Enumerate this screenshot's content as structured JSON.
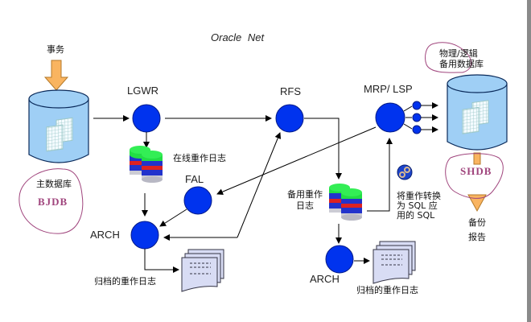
{
  "title": "Oracle   Net",
  "colors": {
    "process_node": "#0033ee",
    "process_stroke": "#001a88",
    "database_fill": "#9fcff5",
    "database_stroke": "#0a2a5a",
    "arrow_fill": "#f9b460",
    "annotation": "#a0457d",
    "redo_green": "#22dd44",
    "redo_red": "#dd2222",
    "redo_blue": "#2233cc",
    "doc_fill": "#d8dcf4"
  },
  "primary": {
    "input_label": "事务",
    "db_label": "主数据库",
    "db_name": "BJDB"
  },
  "standby": {
    "db_label_line1": "物理/逻辑",
    "db_label_line2": "备用数据库",
    "db_name": "SHDB",
    "output_label_line1": "备份",
    "output_label_line2": "报告"
  },
  "processes": {
    "lgwr": "LGWR",
    "rfs": "RFS",
    "mrp": "MRP/ LSP",
    "fal": "FAL",
    "arch_primary": "ARCH",
    "arch_standby": "ARCH"
  },
  "logs": {
    "online_redo": "在线重作日志",
    "standby_redo_line1": "备用重作",
    "standby_redo_line2": "日志",
    "archived_primary": "归档的重作日志",
    "archived_standby": "归档的重作日志"
  },
  "sql_apply": {
    "line1": "将重作转换",
    "line2": "为 SQL 应",
    "line3": "用的 SQL"
  }
}
